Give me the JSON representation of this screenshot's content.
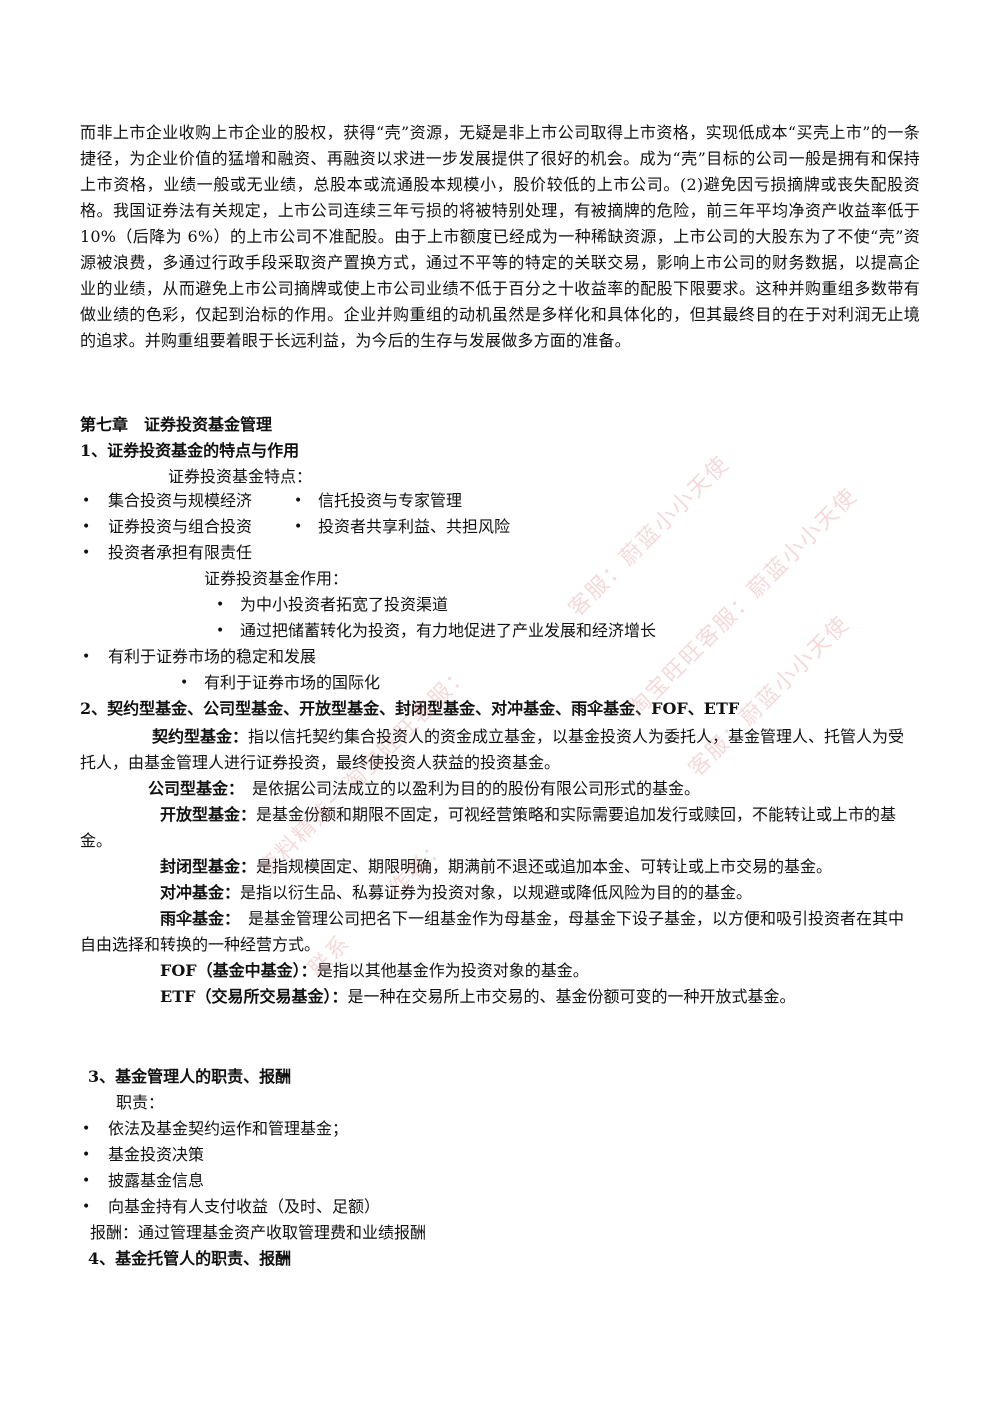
{
  "intro_paragraph": "而非上市企业收购上市企业的股权，获得“壳”资源，无疑是非上市公司取得上市资格，实现低成本“买壳上市”的一条捷径，为企业价值的猛增和融资、再融资以求进一步发展提供了很好的机会。成为“壳”目标的公司一般是拥有和保持上市资格，业绩一般或无业绩，总股本或流通股本规模小，股价较低的上市公司。(2)避免因亏损摘牌或丧失配股资格。我国证券法有关规定，上市公司连续三年亏损的将被特别处理，有被摘牌的危险，前三年平均净资产收益率低于 10%（后降为 6%）的上市公司不准配股。由于上市额度已经成为一种稀缺资源，上市公司的大股东为了不使“壳”资源被浪费，多通过行政手段采取资产置换方式，通过不平等的特定的关联交易，影响上市公司的财务数据，以提高企业的业绩，从而避免上市公司摘牌或使上市公司业绩不低于百分之十收益率的配股下限要求。这种并购重组多数带有做业绩的色彩，仅起到治标的作用。企业并购重组的动机虽然是多样化和具体化的，但其最终目的在于对利润无止境的追求。并购重组要着眼于长远利益，为今后的生存与发展做多方面的准备。",
  "chapter_title": "第七章　证券投资基金管理",
  "s1": {
    "heading": "1、证券投资基金的特点与作用",
    "features_label": "证券投资基金特点：",
    "features": [
      "集合投资与规模经济",
      "信托投资与专家管理",
      "证券投资与组合投资",
      "投资者共享利益、共担风险",
      "投资者承担有限责任"
    ],
    "roles_label": "证券投资基金作用：",
    "roles": [
      "为中小投资者拓宽了投资渠道",
      "通过把储蓄转化为投资，有力地促进了产业发展和经济增长",
      "有利于证券市场的稳定和发展",
      "有利于证券市场的国际化"
    ]
  },
  "s2": {
    "heading": "2、契约型基金、公司型基金、开放型基金、封闭型基金、对冲基金、雨伞基金、FOF、ETF",
    "defs": [
      {
        "term": "契约型基金",
        "sep": "：",
        "text": "指以信托契约集合投资人的资金成立基金，以基金投资人为委托人，基金管理人、托管人为受托人，由基金管理人进行证券投资，最终使投资人获益的投资基金。"
      },
      {
        "term": "公司型基金",
        "sep": "：",
        "text": "　是依据公司法成立的以盈利为目的的股份有限公司形式的基金。"
      },
      {
        "term": "开放型基金",
        "sep": "：",
        "text": "是基金份额和期限不固定，可视经营策略和实际需要追加发行或赎回，不能转让或上市的基金。"
      },
      {
        "term": "封闭型基金",
        "sep": "：",
        "text": "是指规模固定、期限明确，期满前不退还或追加本金、可转让或上市交易的基金。"
      },
      {
        "term": "对冲基金",
        "sep": "：",
        "text": "是指以衍生品、私募证券为投资对象，以规避或降低风险为目的的基金。"
      },
      {
        "term": "雨伞基金",
        "sep": "：",
        "text": "　是基金管理公司把名下一组基金作为母基金，母基金下设子基金，以方便和吸引投资者在其中自由选择和转换的一种经营方式。"
      },
      {
        "term": "FOF（基金中基金）",
        "sep": "：",
        "text": "是指以其他基金作为投资对象的基金。"
      },
      {
        "term": "ETF（交易所交易基金）",
        "sep": "：",
        "text": "是一种在交易所上市交易的、基金份额可变的一种开放式基金。"
      }
    ]
  },
  "s3": {
    "heading": "3、基金管理人的职责、报酬",
    "duties_label": "职责：",
    "duties": [
      "依法及基金契约运作和管理基金；",
      "基金投资决策",
      "披露基金信息",
      "向基金持有人支付收益（及时、足额）"
    ],
    "pay": "报酬：通过管理基金资产收取管理费和业绩报酬"
  },
  "s4": {
    "heading": "4、基金托管人的职责、报酬"
  },
  "watermarks": [
    "客服：蔚蓝小小天使",
    "淘宝旺旺客服：蔚蓝小小天使",
    "客服：蔚蓝小小天使",
    "资料精选一淘宝旺旺客服：",
    "作者：",
    "联系"
  ]
}
